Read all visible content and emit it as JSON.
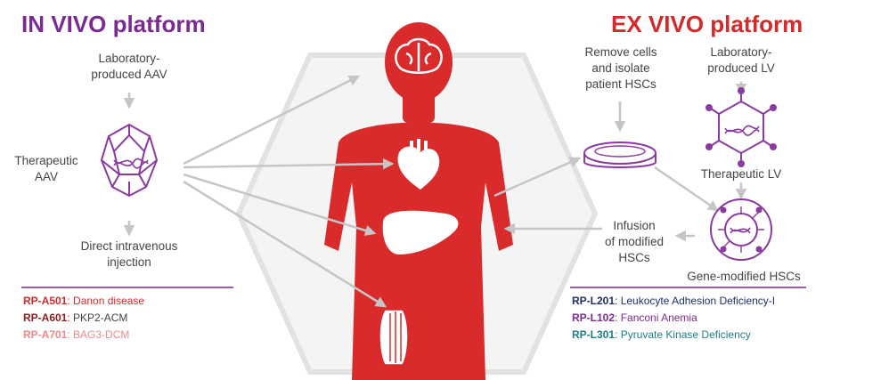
{
  "colors": {
    "in_vivo": "#7b2a93",
    "ex_vivo": "#d42a2a",
    "body": "#d92b2b",
    "icon_purple": "#8a3aa0",
    "arrow": "#c6c6c6",
    "text": "#444444"
  },
  "in_vivo": {
    "title": "IN VIVO platform",
    "lab_line1": "Laboratory-",
    "lab_line2": "produced AAV",
    "thera_line1": "Therapeutic",
    "thera_line2": "AAV",
    "direct_line1": "Direct intravenous",
    "direct_line2": "injection",
    "programs": [
      {
        "code": "RP-A501",
        "sep": ": ",
        "name": "Danon disease",
        "code_color": "#d22b2b",
        "name_color": "#d22b2b"
      },
      {
        "code": "RP-A601",
        "sep": ": ",
        "name": "PKP2-ACM",
        "code_color": "#8a1d1d",
        "name_color": "#444444"
      },
      {
        "code": "RP-A701",
        "sep": ": ",
        "name": "BAG3-DCM",
        "code_color": "#ee8a8a",
        "name_color": "#ee8a8a"
      }
    ]
  },
  "ex_vivo": {
    "title": "EX VIVO platform",
    "remove_line1": "Remove cells",
    "remove_line2": "and isolate",
    "remove_line3": "patient HSCs",
    "lab_line1": "Laboratory-",
    "lab_line2": "produced LV",
    "thera_lv": "Therapeutic LV",
    "infusion_line1": "Infusion",
    "infusion_line2": "of modified",
    "infusion_line3": "HSCs",
    "gene_modified": "Gene-modified HSCs",
    "programs": [
      {
        "code": "RP-L201",
        "sep": ": ",
        "name": "Leukocyte Adhesion Deficiency-I",
        "code_color": "#1f2f6b",
        "name_color": "#1f2f6b"
      },
      {
        "code": "RP-L102",
        "sep": ": ",
        "name": "Fanconi Anemia",
        "code_color": "#7b2a93",
        "name_color": "#7b2a93"
      },
      {
        "code": "RP-L301",
        "sep": ": ",
        "name": "Pyruvate Kinase Deficiency",
        "code_color": "#1e7f86",
        "name_color": "#1e7f86"
      }
    ]
  },
  "icons": [
    "brain-icon",
    "heart-icon",
    "liver-icon",
    "muscle-icon",
    "aav-capsid-icon",
    "lentivirus-icon",
    "petri-dish-icon",
    "gene-modified-cell-icon"
  ]
}
